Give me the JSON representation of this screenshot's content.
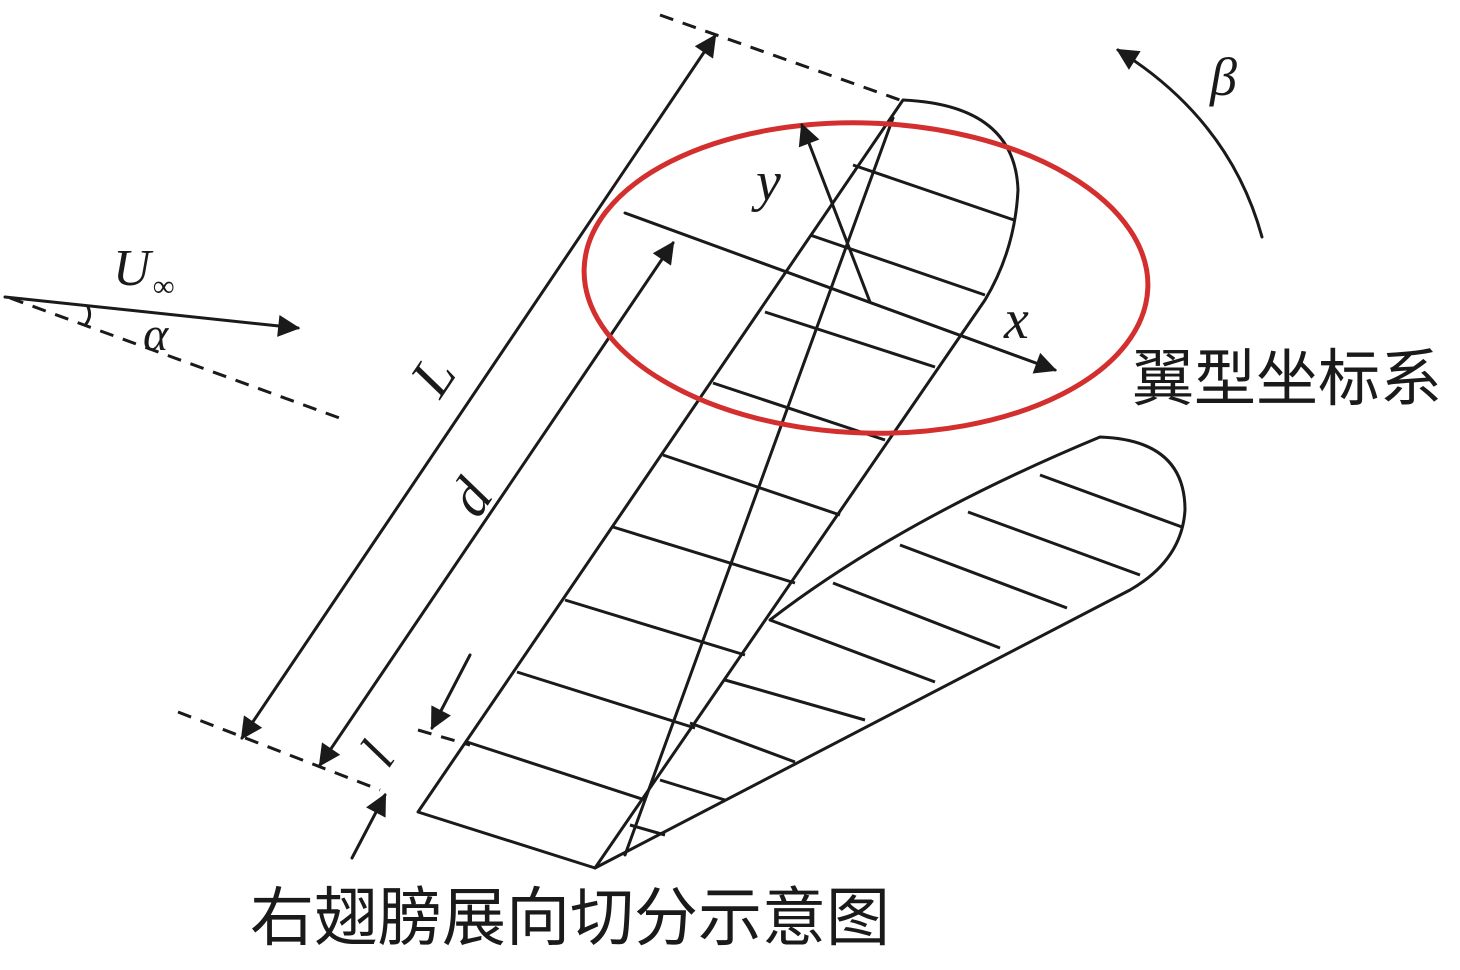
{
  "labels": {
    "freestream_velocity": "U",
    "freestream_subscript": "∞",
    "angle_of_attack": "α",
    "rotation_angle": "β",
    "span_length": "L",
    "section_distance": "d",
    "strip_width": "l",
    "axis_x": "x",
    "axis_y": "y",
    "airfoil_coordinate_system": "翼型坐标系",
    "caption": "右翅膀展向切分示意图"
  },
  "colors": {
    "line": "#1a1a1a",
    "highlight_ellipse": "#d32f2f"
  }
}
